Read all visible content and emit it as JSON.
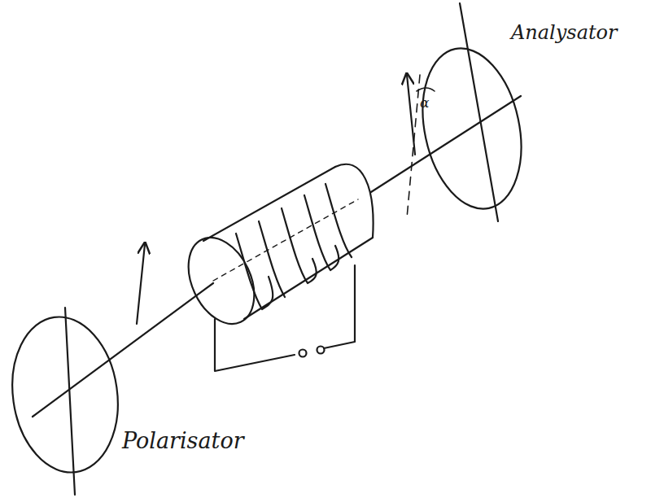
{
  "diagram": {
    "labels": [
      "Analysator",
      "Polarisator",
      "α"
    ]
  }
}
